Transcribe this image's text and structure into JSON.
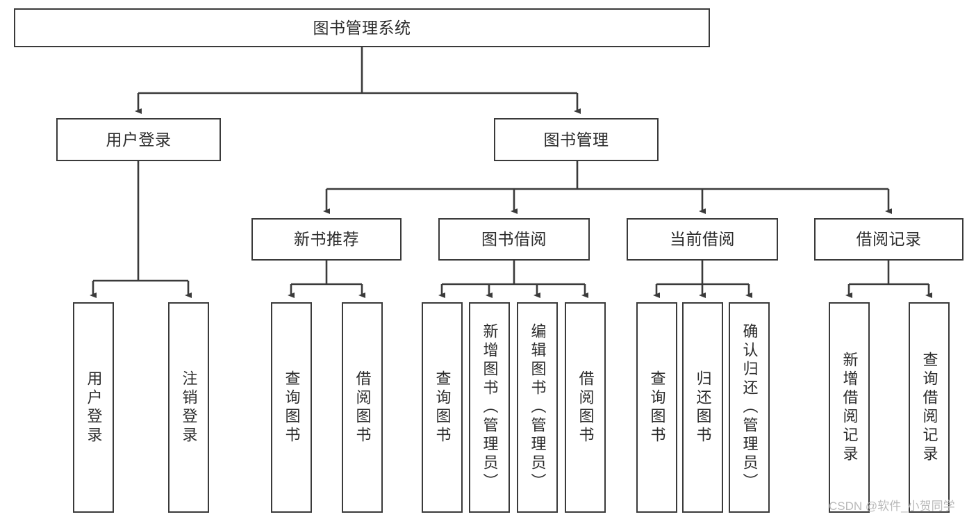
{
  "diagram": {
    "title": "图书管理系统",
    "watermark": "CSDN @软件_小贺同学",
    "colors": {
      "stroke": "#3a3a3a",
      "text": "#2b2b2b",
      "background": "#ffffff",
      "watermark": "#b9b9b9"
    },
    "nodes": {
      "root": {
        "label": "图书管理系统"
      },
      "level2": [
        {
          "id": "user-login",
          "label": "用户登录"
        },
        {
          "id": "book-management",
          "label": "图书管理"
        }
      ],
      "level3": [
        {
          "id": "new-book-recommend",
          "label": "新书推荐"
        },
        {
          "id": "book-borrow",
          "label": "图书借阅"
        },
        {
          "id": "current-borrow",
          "label": "当前借阅"
        },
        {
          "id": "borrow-record",
          "label": "借阅记录"
        }
      ],
      "leaves": {
        "user_login": [
          {
            "id": "leaf-user-login",
            "label": "用户登录"
          },
          {
            "id": "leaf-logout",
            "label": "注销登录"
          }
        ],
        "new_book_recommend": [
          {
            "id": "leaf-query-book-1",
            "label": "查询图书"
          },
          {
            "id": "leaf-borrow-book-1",
            "label": "借阅图书"
          }
        ],
        "book_borrow": [
          {
            "id": "leaf-query-book-2",
            "label": "查询图书"
          },
          {
            "id": "leaf-add-book",
            "label": "新增图书（管理员）"
          },
          {
            "id": "leaf-edit-book",
            "label": "编辑图书（管理员）"
          },
          {
            "id": "leaf-borrow-book-2",
            "label": "借阅图书"
          }
        ],
        "current_borrow": [
          {
            "id": "leaf-query-book-3",
            "label": "查询图书"
          },
          {
            "id": "leaf-return-book",
            "label": "归还图书"
          },
          {
            "id": "leaf-confirm-return",
            "label": "确认归还（管理员）"
          }
        ],
        "borrow_record": [
          {
            "id": "leaf-add-record",
            "label": "新增借阅记录"
          },
          {
            "id": "leaf-query-record",
            "label": "查询借阅记录"
          }
        ]
      }
    }
  }
}
